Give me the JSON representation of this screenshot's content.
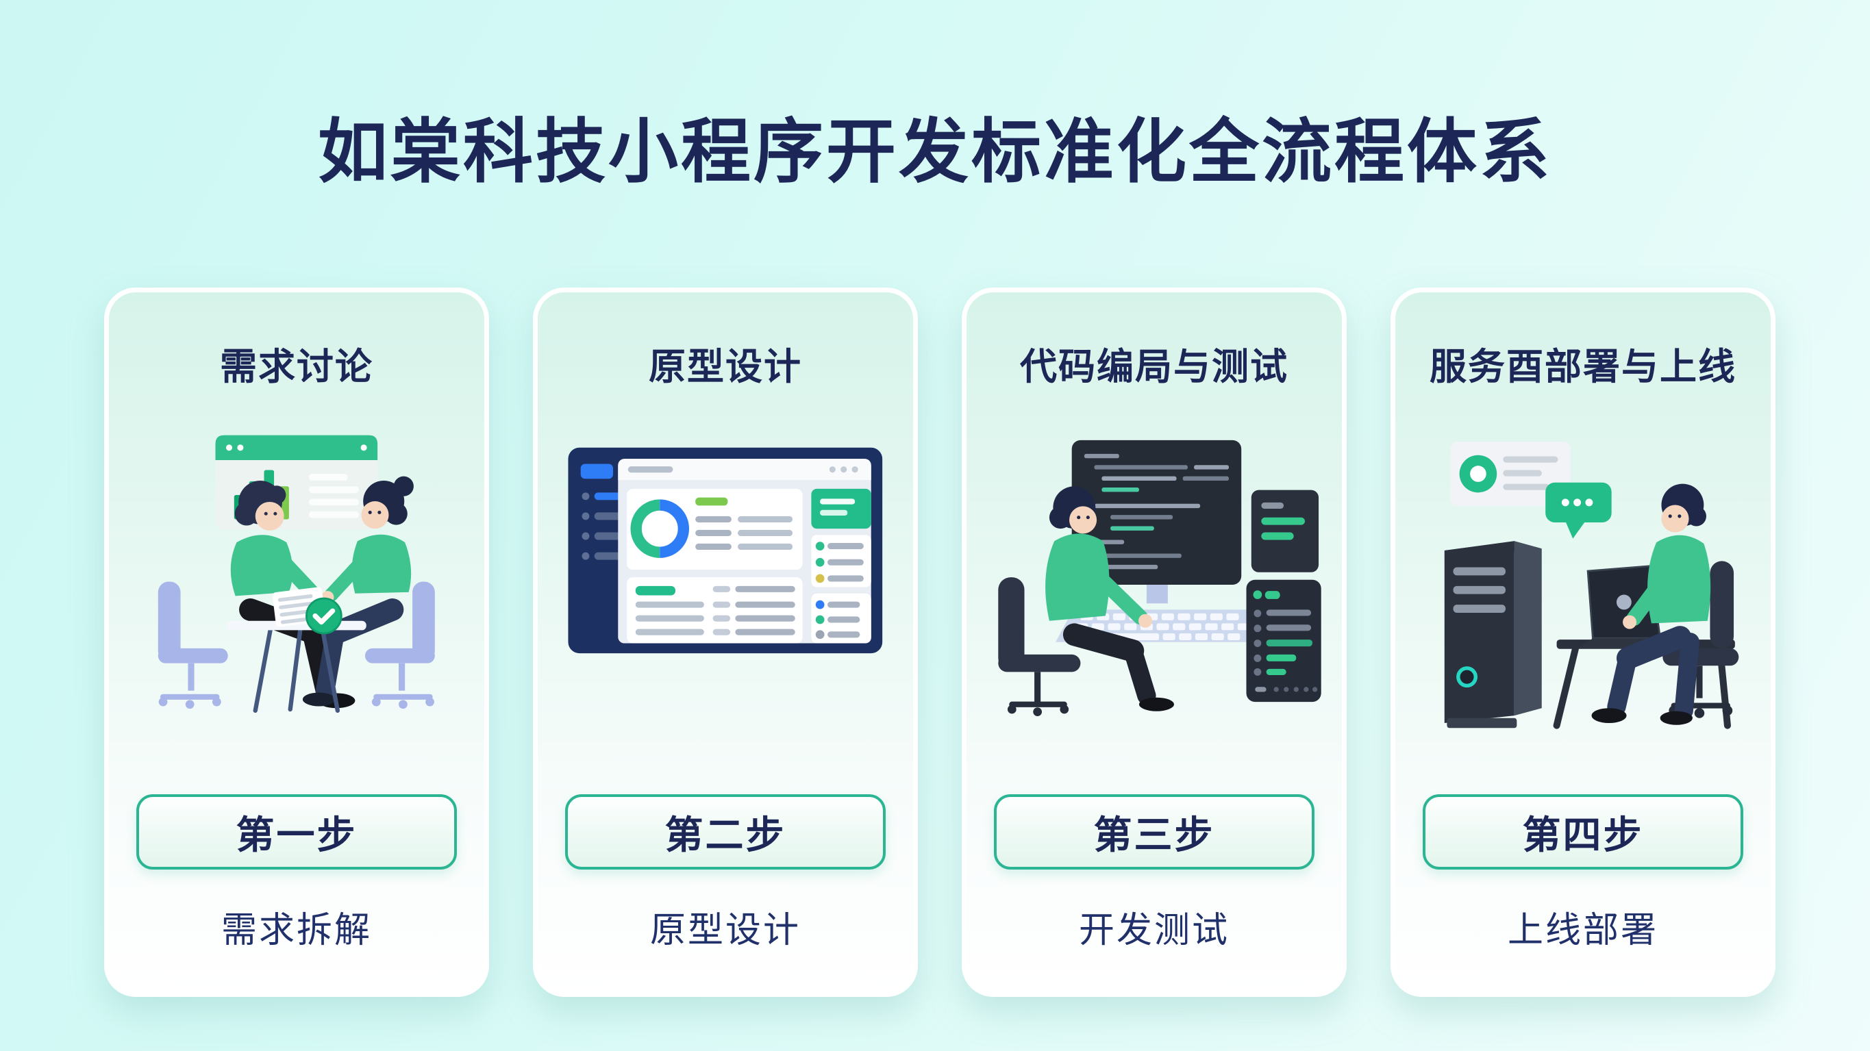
{
  "page": {
    "title": "如棠科技小程序开发标准化全流程体系"
  },
  "colors": {
    "background_cyan": "#d5f9f5",
    "navy_text": "#1d2757",
    "accent_green": "#2fbf8d",
    "lime_green": "#7cc94e",
    "blue": "#2f7df6",
    "button_border": "#2bb592",
    "card_border": "#ffffff"
  },
  "cards": [
    {
      "header": "需求讨论",
      "step": "第一步",
      "label": "需求拆解",
      "illustration": "two-people-requirements-meeting"
    },
    {
      "header": "原型设计",
      "step": "第二步",
      "label": "原型设计",
      "illustration": "dashboard-prototype-mockup"
    },
    {
      "header": "代码编局与测试",
      "step": "第三步",
      "label": "开发测试",
      "illustration": "developer-coding-monitor"
    },
    {
      "header": "服务酉部署与上线",
      "step": "第四步",
      "label": "上线部署",
      "illustration": "server-deployment-engineer"
    }
  ]
}
